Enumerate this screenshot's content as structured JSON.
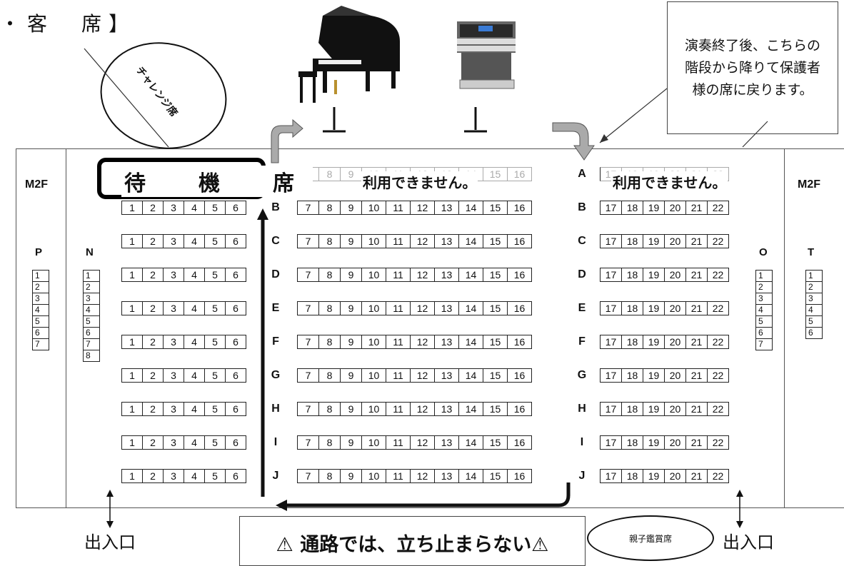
{
  "title": "・客　席】",
  "side_labels": {
    "m2f_left": "M2F",
    "m2f_right": "M2F",
    "col_p": "P",
    "col_n": "N",
    "col_o": "O",
    "col_t": "T"
  },
  "challenge_label": "チャレンジ席",
  "waiting_label": "待　機　席",
  "unavailable_label": "利用できません。",
  "note": "演奏終了後、こちらの階段から降りて保護者様の席に戻ります。",
  "warning": "⚠ 通路では、立ち止まらない⚠",
  "exit_label": "出入口",
  "family_label": "親子鑑賞席",
  "row_letters": [
    "A",
    "B",
    "C",
    "D",
    "E",
    "F",
    "G",
    "H",
    "I",
    "J"
  ],
  "left_seats": [
    "1",
    "2",
    "3",
    "4",
    "5",
    "6"
  ],
  "center_seats": [
    "7",
    "8",
    "9",
    "10",
    "11",
    "12",
    "13",
    "14",
    "15",
    "16"
  ],
  "right_seats": [
    "17",
    "18",
    "19",
    "20",
    "21",
    "22"
  ],
  "col_p_seats": [
    "1",
    "2",
    "3",
    "4",
    "5",
    "6",
    "7"
  ],
  "col_n_seats": [
    "1",
    "2",
    "3",
    "4",
    "5",
    "6",
    "7",
    "8"
  ],
  "col_o_seats": [
    "1",
    "2",
    "3",
    "4",
    "5",
    "6",
    "7"
  ],
  "col_t_seats": [
    "1",
    "2",
    "3",
    "4",
    "5",
    "6"
  ],
  "icons": {
    "piano": "grand-piano-icon",
    "organ": "electone-organ-icon"
  }
}
